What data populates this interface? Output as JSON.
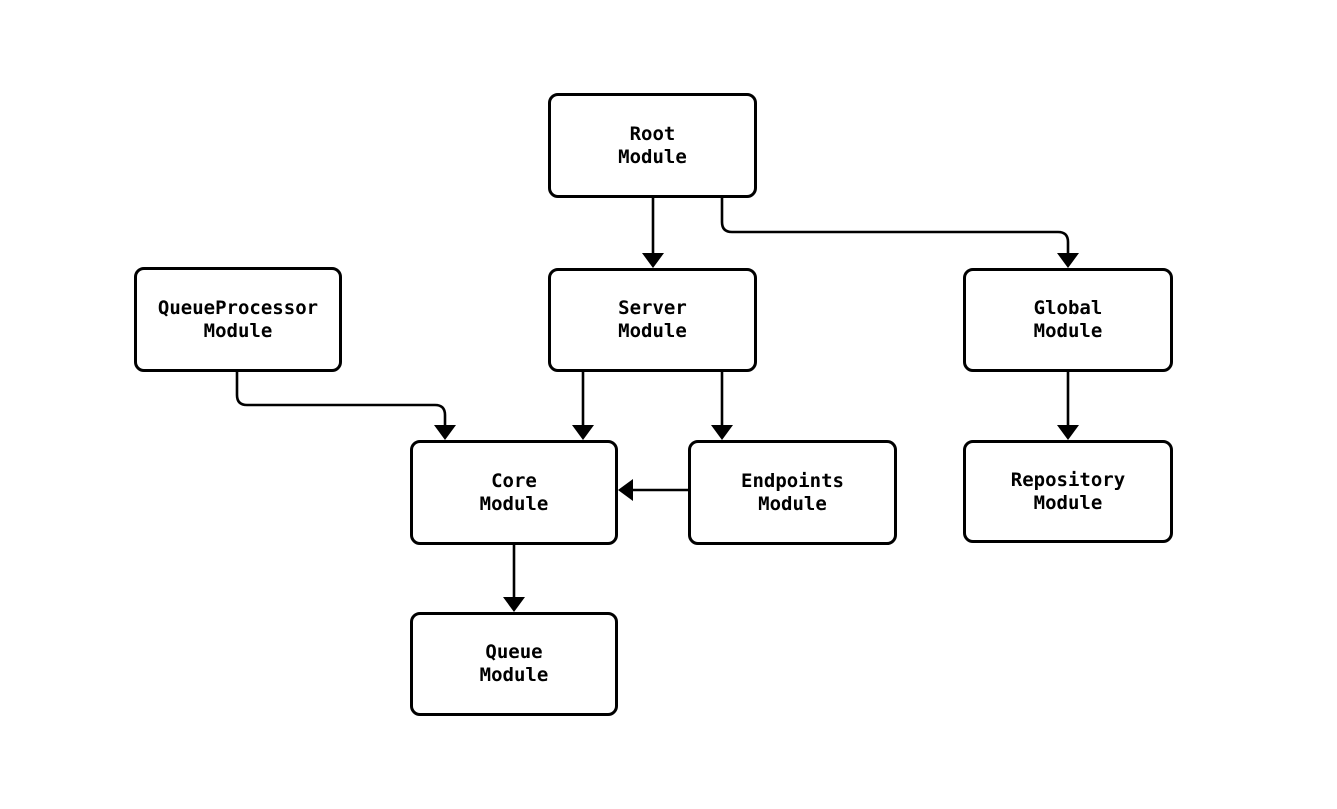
{
  "diagram": {
    "type": "flowchart",
    "background_color": "#ffffff",
    "node_fill_color": "#ffffff",
    "node_stroke_color": "#000000",
    "edge_color": "#000000",
    "text_color": "#000000",
    "nodes": [
      {
        "id": "root",
        "line1": "Root",
        "line2": "Module"
      },
      {
        "id": "server",
        "line1": "Server",
        "line2": "Module"
      },
      {
        "id": "global",
        "line1": "Global",
        "line2": "Module"
      },
      {
        "id": "queueprocessor",
        "line1": "QueueProcessor",
        "line2": "Module"
      },
      {
        "id": "core",
        "line1": "Core",
        "line2": "Module"
      },
      {
        "id": "endpoints",
        "line1": "Endpoints",
        "line2": "Module"
      },
      {
        "id": "repository",
        "line1": "Repository",
        "line2": "Module"
      },
      {
        "id": "queue",
        "line1": "Queue",
        "line2": "Module"
      }
    ],
    "edges": [
      {
        "from": "root",
        "to": "server"
      },
      {
        "from": "root",
        "to": "global"
      },
      {
        "from": "queueprocessor",
        "to": "core"
      },
      {
        "from": "server",
        "to": "core"
      },
      {
        "from": "server",
        "to": "endpoints"
      },
      {
        "from": "endpoints",
        "to": "core"
      },
      {
        "from": "global",
        "to": "repository"
      },
      {
        "from": "core",
        "to": "queue"
      }
    ]
  }
}
